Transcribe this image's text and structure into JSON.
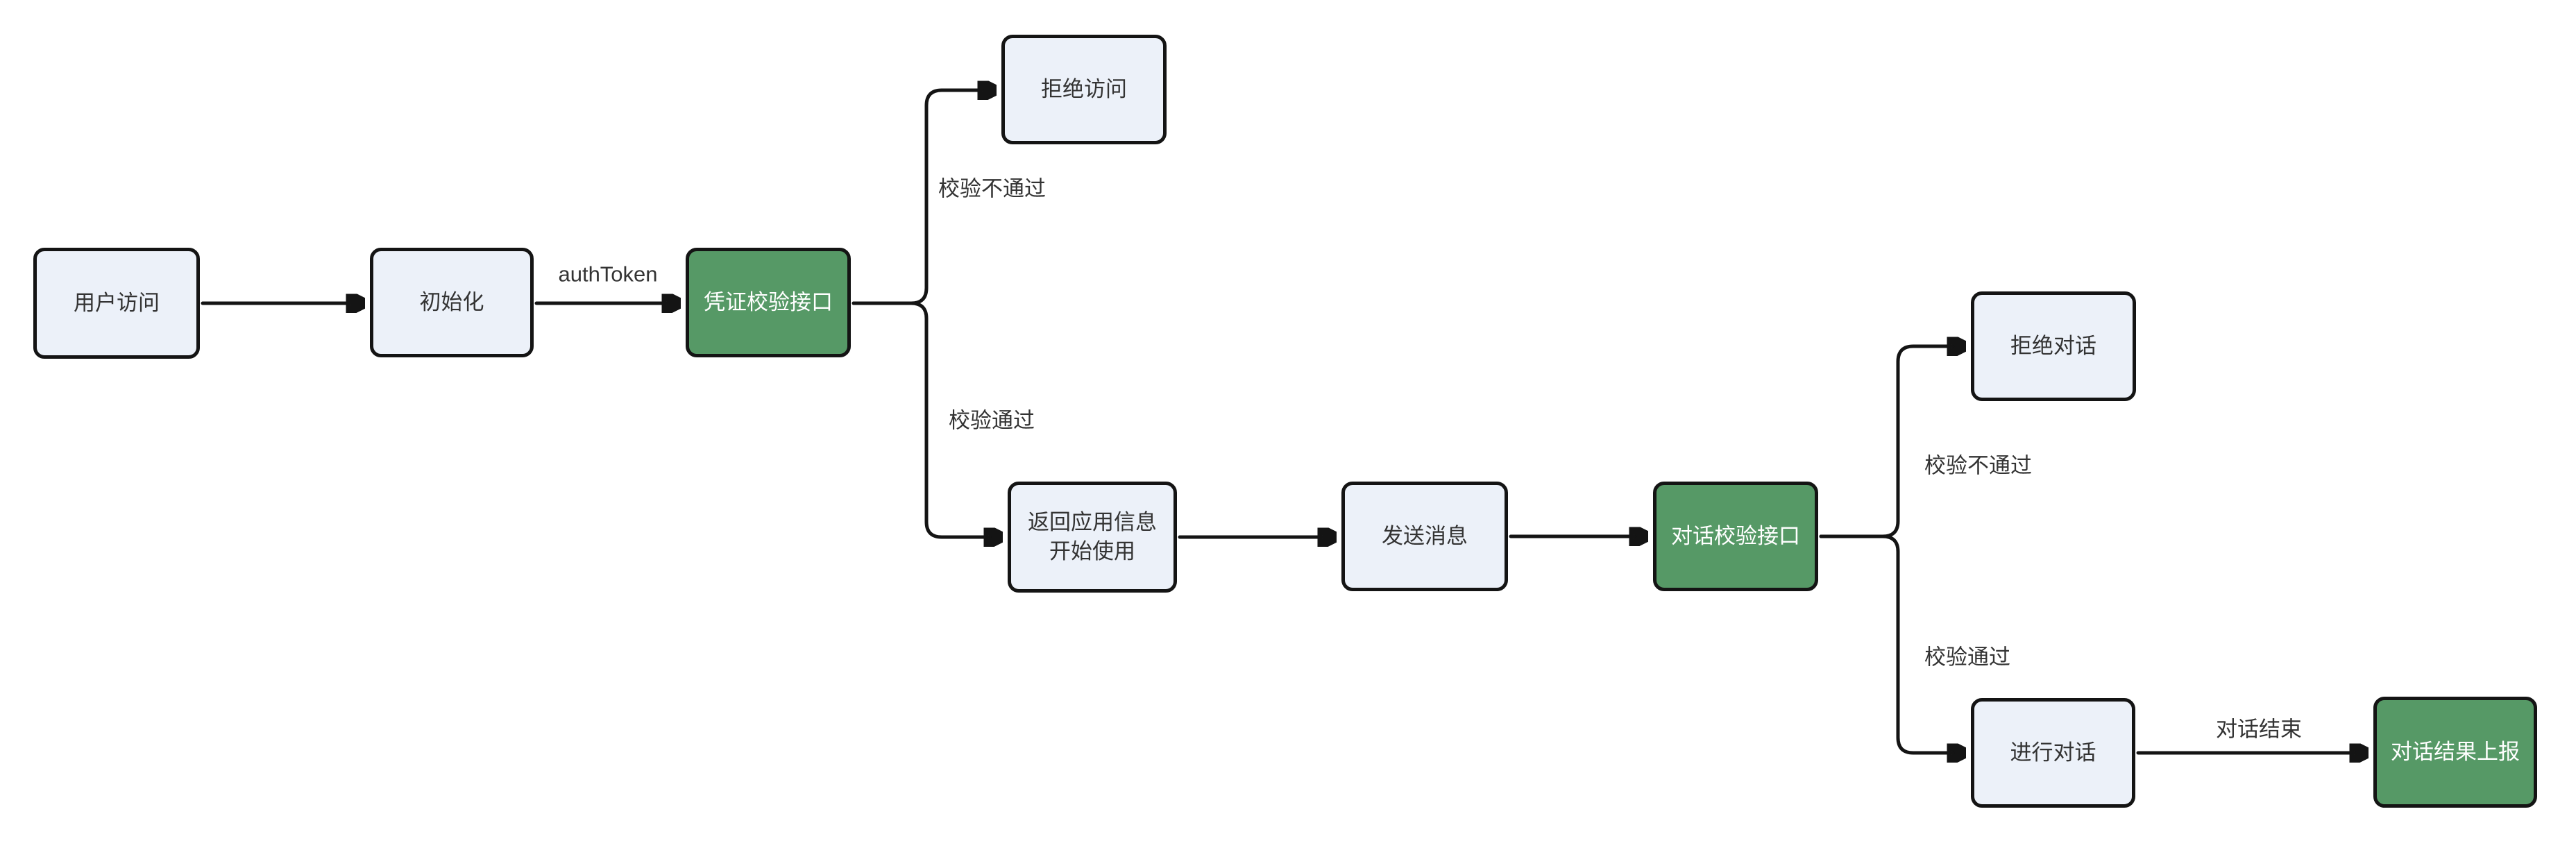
{
  "diagram": {
    "type": "flowchart",
    "direction": "left-to-right",
    "background": "#FFFFFF",
    "colors": {
      "node_fill": "#ECF1F9",
      "node_border": "#141414",
      "accent_node_fill": "#569966",
      "accent_node_text": "#FFFFFF",
      "text": "#333333",
      "edge": "#141414"
    },
    "nodes": [
      {
        "id": "user-access",
        "label": "用户访问",
        "variant": "default"
      },
      {
        "id": "init",
        "label": "初始化",
        "variant": "default"
      },
      {
        "id": "credential-check-api",
        "label": "凭证校验接口",
        "variant": "accent"
      },
      {
        "id": "deny-access",
        "label": "拒绝访问",
        "variant": "default"
      },
      {
        "id": "return-app-info",
        "label": "返回应用信息 开始使用",
        "lines": [
          "返回应用信息",
          "开始使用"
        ],
        "variant": "default"
      },
      {
        "id": "send-message",
        "label": "发送消息",
        "variant": "default"
      },
      {
        "id": "dialog-check-api",
        "label": "对话校验接口",
        "variant": "accent"
      },
      {
        "id": "deny-dialog",
        "label": "拒绝对话",
        "variant": "default"
      },
      {
        "id": "conduct-dialog",
        "label": "进行对话",
        "variant": "default"
      },
      {
        "id": "report-dialog-result",
        "label": "对话结果上报",
        "variant": "accent"
      }
    ],
    "edges": [
      {
        "from": "user-access",
        "to": "init",
        "label": ""
      },
      {
        "from": "init",
        "to": "credential-check-api",
        "label": "authToken"
      },
      {
        "from": "credential-check-api",
        "to": "deny-access",
        "label": "校验不通过"
      },
      {
        "from": "credential-check-api",
        "to": "return-app-info",
        "label": "校验通过"
      },
      {
        "from": "return-app-info",
        "to": "send-message",
        "label": ""
      },
      {
        "from": "send-message",
        "to": "dialog-check-api",
        "label": ""
      },
      {
        "from": "dialog-check-api",
        "to": "deny-dialog",
        "label": "校验不通过"
      },
      {
        "from": "dialog-check-api",
        "to": "conduct-dialog",
        "label": "校验通过"
      },
      {
        "from": "conduct-dialog",
        "to": "report-dialog-result",
        "label": "对话结束"
      }
    ]
  }
}
